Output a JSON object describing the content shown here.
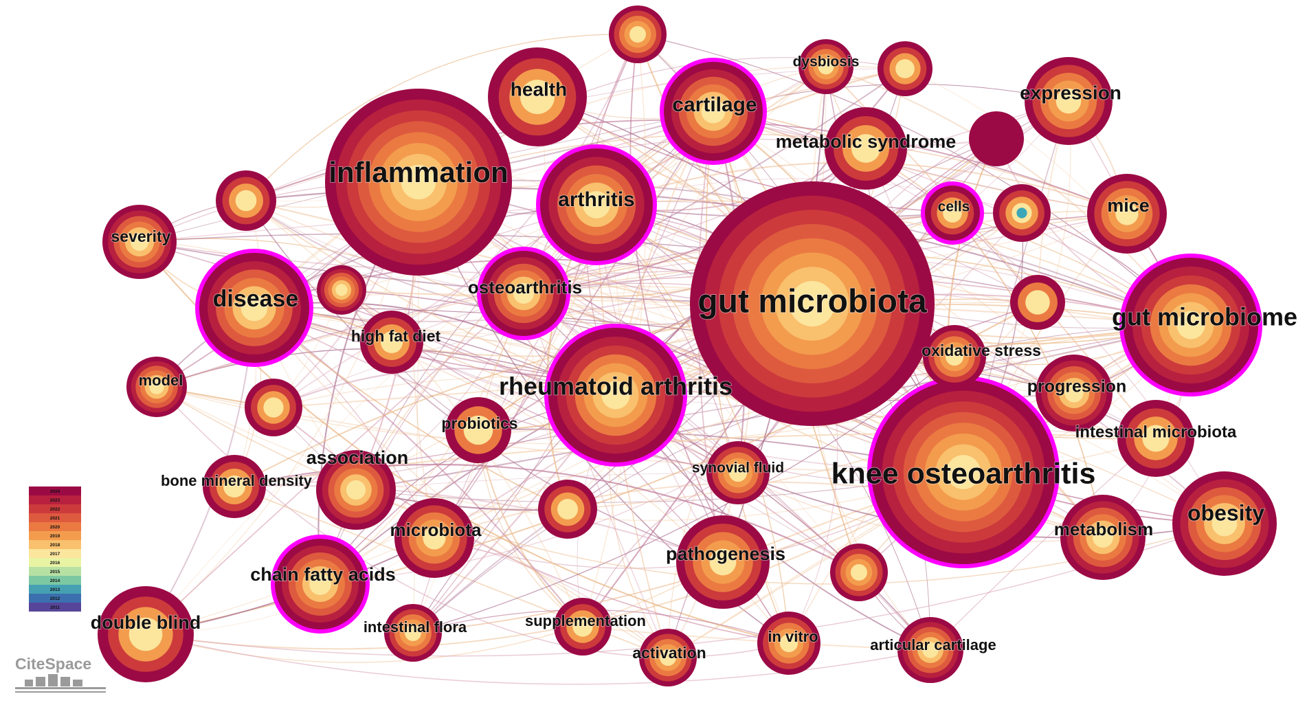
{
  "brand": {
    "name": "CiteSpace"
  },
  "palette": {
    "rings": [
      "#9c0a45",
      "#b8203f",
      "#cc3a3c",
      "#de5a3f",
      "#ea7a42",
      "#f39c4e",
      "#f9c06d",
      "#fce59d"
    ],
    "highlight": "#ff00ff",
    "link_colors": [
      "#d9a3b5",
      "#c07a9a",
      "#f0c4a0",
      "#e8b27d",
      "#a86a8c",
      "#f5d3b0"
    ]
  },
  "legend": {
    "years": [
      "2024",
      "2023",
      "2022",
      "2021",
      "2020",
      "2019",
      "2018",
      "2017",
      "2016",
      "2015",
      "2014",
      "2013",
      "2012",
      "2011"
    ],
    "colors": [
      "#9c0a45",
      "#b8203f",
      "#cc3a3c",
      "#de5a3f",
      "#ea7a42",
      "#f39c4e",
      "#f9c06d",
      "#fce59d",
      "#e9f3a4",
      "#b7e0a3",
      "#7cc8a3",
      "#45a1b2",
      "#3b6fae",
      "#57459a"
    ]
  },
  "nodes": [
    {
      "id": "gut-microbiota",
      "label": "gut microbiota",
      "centrality_ring": false,
      "rings": 8,
      "core": ""
    },
    {
      "id": "knee-osteoarthritis",
      "label": "knee osteoarthritis",
      "centrality_ring": true,
      "rings": 8,
      "core": ""
    },
    {
      "id": "inflammation",
      "label": "inflammation",
      "centrality_ring": false,
      "rings": 8,
      "core": ""
    },
    {
      "id": "rheumatoid-arthritis",
      "label": "rheumatoid arthritis",
      "centrality_ring": true,
      "rings": 7,
      "core": ""
    },
    {
      "id": "gut-microbiome",
      "label": "gut microbiome",
      "centrality_ring": true,
      "rings": 7,
      "core": ""
    },
    {
      "id": "disease",
      "label": "disease",
      "centrality_ring": true,
      "rings": 6,
      "core": ""
    },
    {
      "id": "arthritis",
      "label": "arthritis",
      "centrality_ring": true,
      "rings": 6,
      "core": ""
    },
    {
      "id": "osteoarthritis",
      "label": "osteoarthritis",
      "centrality_ring": true,
      "rings": 6,
      "core": ""
    },
    {
      "id": "cartilage",
      "label": "cartilage",
      "centrality_ring": true,
      "rings": 6,
      "core": ""
    },
    {
      "id": "health",
      "label": "health",
      "centrality_ring": false,
      "rings": 4,
      "core": ""
    },
    {
      "id": "expression",
      "label": "expression",
      "centrality_ring": false,
      "rings": 5,
      "core": ""
    },
    {
      "id": "metabolic-syndrome",
      "label": "metabolic syndrome",
      "centrality_ring": false,
      "rings": 4,
      "core": ""
    },
    {
      "id": "obesity",
      "label": "obesity",
      "centrality_ring": false,
      "rings": 6,
      "core": ""
    },
    {
      "id": "mice",
      "label": "mice",
      "centrality_ring": false,
      "rings": 5,
      "core": ""
    },
    {
      "id": "dysbiosis",
      "label": "dysbiosis",
      "centrality_ring": false,
      "rings": 5,
      "core": ""
    },
    {
      "id": "cells",
      "label": "cells",
      "centrality_ring": true,
      "rings": 4,
      "core": ""
    },
    {
      "id": "chain-fatty-acids",
      "label": "chain fatty acids",
      "centrality_ring": true,
      "rings": 6,
      "core": ""
    },
    {
      "id": "double-blind",
      "label": "double blind",
      "centrality_ring": false,
      "rings": 4,
      "core": ""
    },
    {
      "id": "association",
      "label": "association",
      "centrality_ring": false,
      "rings": 6,
      "core": ""
    },
    {
      "id": "pathogenesis",
      "label": "pathogenesis",
      "centrality_ring": false,
      "rings": 5,
      "core": ""
    },
    {
      "id": "microbiota",
      "label": "microbiota",
      "centrality_ring": false,
      "rings": 5,
      "core": ""
    },
    {
      "id": "progression",
      "label": "progression",
      "centrality_ring": false,
      "rings": 6,
      "core": ""
    },
    {
      "id": "metabolism",
      "label": "metabolism",
      "centrality_ring": false,
      "rings": 6,
      "core": ""
    },
    {
      "id": "intestinal-microbiota",
      "label": "intestinal microbiota",
      "centrality_ring": false,
      "rings": 4,
      "core": ""
    },
    {
      "id": "oxidative-stress",
      "label": "oxidative stress",
      "centrality_ring": false,
      "rings": 5,
      "core": ""
    },
    {
      "id": "probiotics",
      "label": "probiotics",
      "centrality_ring": false,
      "rings": 3,
      "core": ""
    },
    {
      "id": "severity",
      "label": "severity",
      "centrality_ring": false,
      "rings": 6,
      "core": ""
    },
    {
      "id": "model",
      "label": "model",
      "centrality_ring": false,
      "rings": 6,
      "core": ""
    },
    {
      "id": "high-fat-diet",
      "label": "high fat diet",
      "centrality_ring": false,
      "rings": 4,
      "core": ""
    },
    {
      "id": "bone-mineral-density",
      "label": "bone mineral density",
      "centrality_ring": false,
      "rings": 4,
      "core": ""
    },
    {
      "id": "synovial-fluid",
      "label": "synovial fluid",
      "centrality_ring": false,
      "rings": 5,
      "core": ""
    },
    {
      "id": "intestinal-flora",
      "label": "intestinal flora",
      "centrality_ring": false,
      "rings": 5,
      "core": ""
    },
    {
      "id": "supplementation",
      "label": "supplementation",
      "centrality_ring": false,
      "rings": 4,
      "core": ""
    },
    {
      "id": "activation",
      "label": "activation",
      "centrality_ring": false,
      "rings": 5,
      "core": ""
    },
    {
      "id": "in-vitro",
      "label": "in vitro",
      "centrality_ring": false,
      "rings": 5,
      "core": ""
    },
    {
      "id": "articular-cartilage",
      "label": "articular cartilage",
      "centrality_ring": false,
      "rings": 6,
      "core": ""
    },
    {
      "id": "unlabeled-1",
      "label": "",
      "centrality_ring": false,
      "rings": 4,
      "core": ""
    },
    {
      "id": "unlabeled-2",
      "label": "",
      "centrality_ring": false,
      "rings": 6,
      "core": ""
    },
    {
      "id": "unlabeled-3",
      "label": "",
      "centrality_ring": false,
      "rings": 4,
      "core": ""
    },
    {
      "id": "unlabeled-4",
      "label": "",
      "centrality_ring": false,
      "rings": 1,
      "core": ""
    },
    {
      "id": "unlabeled-5",
      "label": "",
      "centrality_ring": false,
      "rings": 4,
      "core": "#3ba7b8"
    },
    {
      "id": "unlabeled-6",
      "label": "",
      "centrality_ring": false,
      "rings": 3,
      "core": ""
    },
    {
      "id": "unlabeled-7",
      "label": "",
      "centrality_ring": false,
      "rings": 4,
      "core": ""
    },
    {
      "id": "unlabeled-8",
      "label": "",
      "centrality_ring": false,
      "rings": 4,
      "core": ""
    },
    {
      "id": "unlabeled-9",
      "label": "",
      "centrality_ring": false,
      "rings": 5,
      "core": ""
    },
    {
      "id": "unlabeled-10",
      "label": "",
      "centrality_ring": false,
      "rings": 5,
      "core": ""
    },
    {
      "id": "unlabeled-11",
      "label": "",
      "centrality_ring": false,
      "rings": 4,
      "core": ""
    }
  ]
}
